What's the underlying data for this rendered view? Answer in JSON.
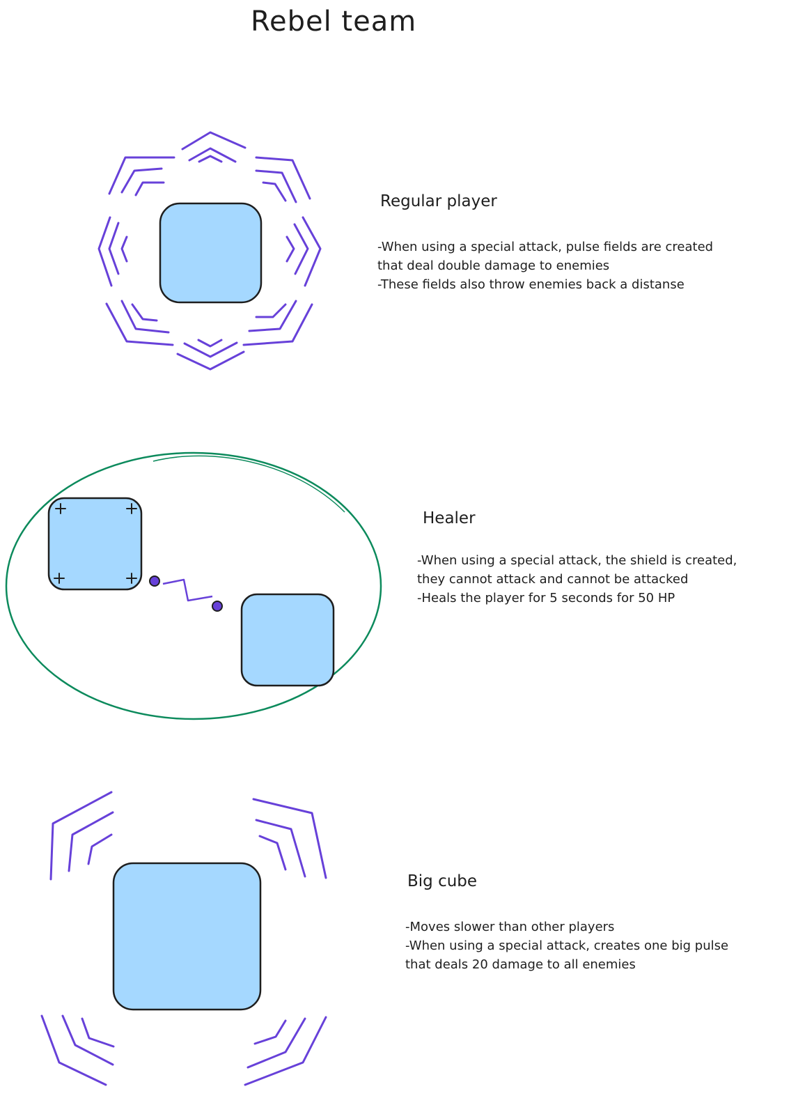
{
  "title": "Rebel team",
  "colors": {
    "cube_fill": "#a5d8ff",
    "outline": "#1e1e1e",
    "pulse": "#6741d9",
    "shield": "#0c8a5c"
  },
  "sections": [
    {
      "name": "Regular player",
      "lines": [
        "-When using a special attack, pulse fields are created",
        "that deal double damage to enemies",
        "-These fields also throw enemies back a distanse"
      ]
    },
    {
      "name": "Healer",
      "lines": [
        "-When using a special attack, the shield is created,",
        "they cannot attack and cannot be attacked",
        "-Heals the player for 5 seconds for 50 HP"
      ]
    },
    {
      "name": "Big cube",
      "lines": [
        "-Moves slower than other players",
        "-When using a special attack, creates one big pulse",
        "that deals 20 damage to all enemies"
      ]
    }
  ]
}
